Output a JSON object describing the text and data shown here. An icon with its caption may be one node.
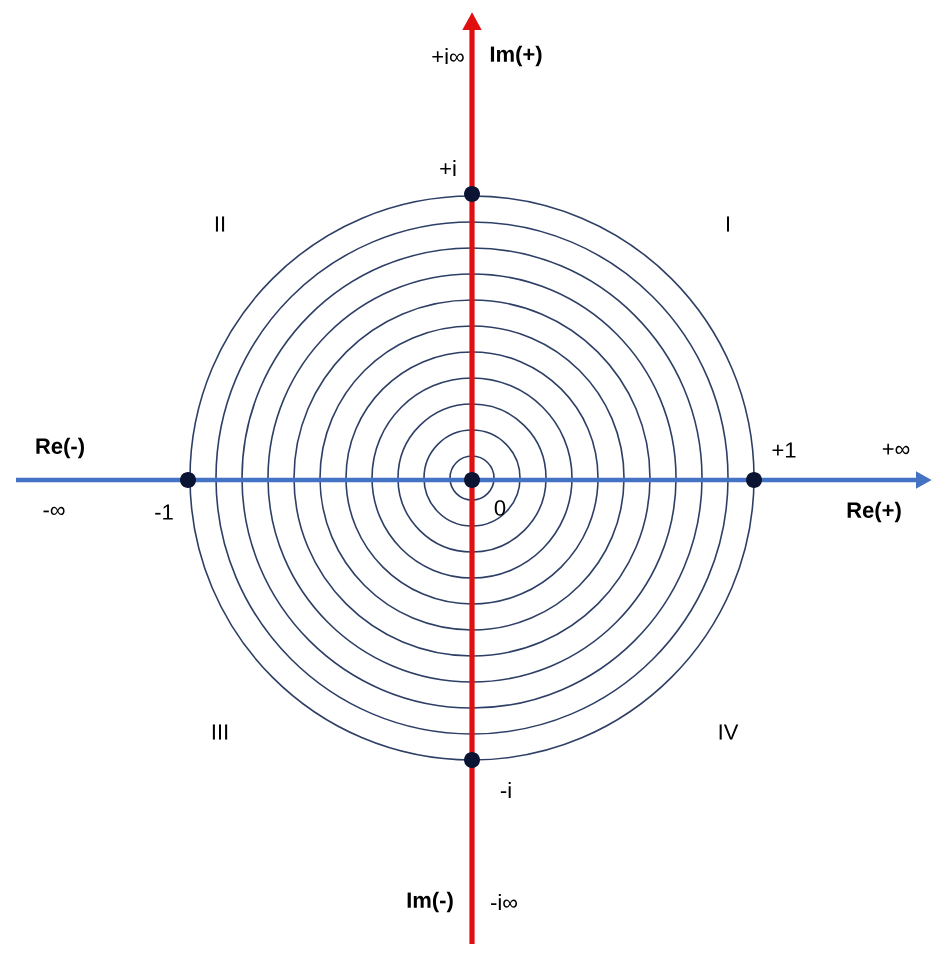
{
  "diagram": {
    "nodes": [
      {
        "text": [],
        "shape": "circle",
        "beside": [
          "+i"
        ]
      },
      {
        "text": [],
        "shape": "circle",
        "beside": [
          "-1"
        ]
      },
      {
        "text": [],
        "shape": "circle",
        "beside": [
          "0"
        ]
      },
      {
        "text": [],
        "shape": "circle",
        "beside": [
          "+1"
        ]
      },
      {
        "text": [],
        "shape": "circle",
        "beside": [
          "-i"
        ]
      }
    ],
    "labels": [
      "+i∞",
      "Im(+)",
      "II",
      "I",
      "Re(-)",
      "+∞",
      "-∞",
      "Re(+)",
      "III",
      "IV",
      "Im(-)",
      "-i∞"
    ]
  }
}
